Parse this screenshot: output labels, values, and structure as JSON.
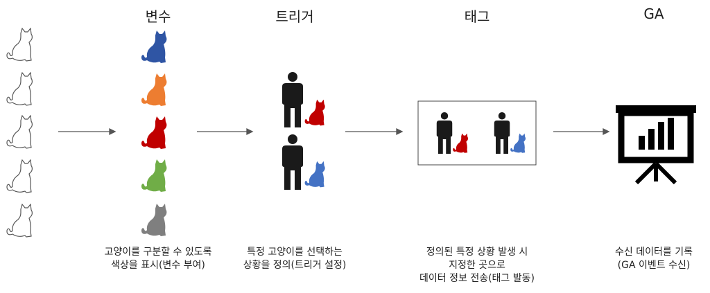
{
  "headers": {
    "variable": "변수",
    "trigger": "트리거",
    "tag": "태그",
    "ga": "GA"
  },
  "captions": {
    "variable": [
      "고양이를 구분할 수 있도록",
      "색상을 표시(변수 부여)"
    ],
    "trigger": [
      "특정 고양이를 선택하는",
      "상황을 정의(트리거 설정)"
    ],
    "tag": [
      "정의된 특정 상황 발생 시",
      "지정한 곳으로",
      "데이터 정보 전송(태그 발동)"
    ],
    "ga": [
      "수신 데이터를 기록",
      "(GA 이벤트 수신)"
    ]
  },
  "colors": {
    "blue": "#2f55a4",
    "orange": "#ed7d31",
    "red": "#c00000",
    "green": "#70ad47",
    "gray": "#7f7f7f",
    "person": "#1a1a1a",
    "trigger_blue": "#4472c4"
  },
  "icons": {
    "outline_cat": "cat-outline-icon",
    "colored_cat": "cat-icon",
    "person": "person-icon",
    "presentation_board": "presentation-board-icon"
  }
}
